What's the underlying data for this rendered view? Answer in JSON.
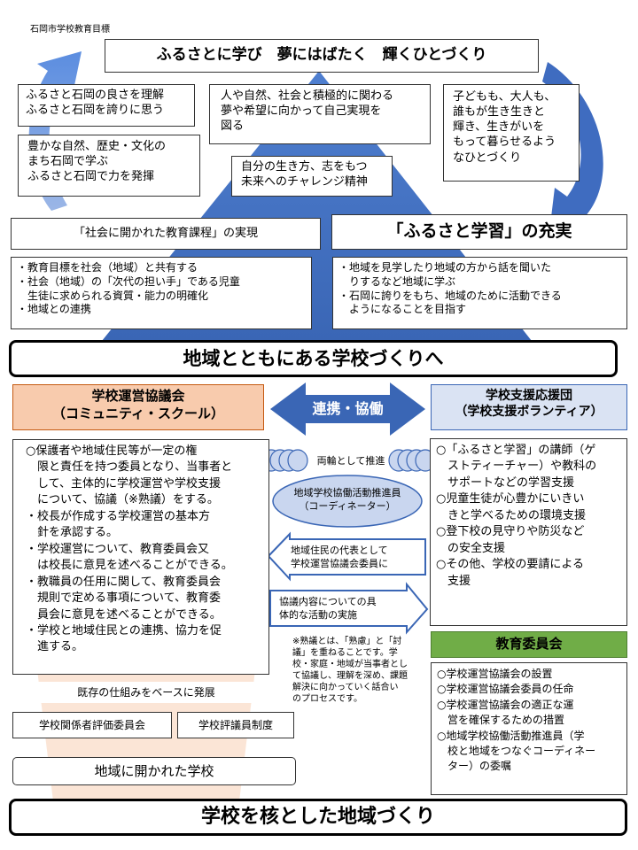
{
  "source_label": "石岡市学校教育目標",
  "goal_title": "ふるさとに学び　夢にはばたく　輝くひとづくり",
  "goal_left_1": "ふるさと石岡の良さを理解\nふるさと石岡を誇りに思う",
  "goal_left_2": "豊かな自然、歴史・文化の\nまち石岡で学ぶ\nふるさと石岡で力を発揮",
  "goal_center_1": "人や自然、社会と積極的に関わる\n夢や希望に向かって自己実現を\n図る",
  "goal_center_2": "自分の生き方、志をもつ\n未来へのチャレンジ精神",
  "goal_right": "子どもも、大人も、\n誰もが生き生きと\n輝き、生きがいを\nもって暮らせるよう\nなひとづくり",
  "pillar_left_title": "「社会に開かれた教育課程」の実現",
  "pillar_left_body": "・教育目標を社会（地域）と共有する\n・社会（地域）の「次代の担い手」である児童\n　生徒に求められる資質・能力の明確化\n・地域との連携",
  "pillar_right_title": "「ふるさと学習」の充実",
  "pillar_right_body": "・地域を見学したり地域の方から話を聞いた\n　りするなど地域に学ぶ\n・石岡に誇りをもち、地域のために活動できる\n　ようになることを目指す",
  "banner_middle": "地域とともにある学校づくりへ",
  "council_title": "学校運営協議会\n（コミュニティ・スクール）",
  "collab_label": "連携・協働",
  "support_title": "学校支援応援団\n（学校支援ボランティア）",
  "council_body": "○保護者や地域住民等が一定の権\n　限と責任を持つ委員となり、当事者と\n　して、主体的に学校運営や学校支援\n　について、協議（※熟議）をする。\n・校長が作成する学校運営の基本方\n　針を承認する。\n・学校運営について、教育委員会又\n　は校長に意見を述べることができる。\n・教職員の任用に関して、教育委員会\n　規則で定める事項について、教育委\n　員会に意見を述べることができる。\n・学校と地域住民との連携、協力を促\n　進する。",
  "wheels_label": "両輪として推進",
  "coordinator_label": "地域学校協働活動推進員\n（コーディネーター）",
  "left_arrow_text": "地域住民の代表として\n学校運営協議会委員に",
  "right_arrow_text": "協議内容についての具\n体的な活動の実施",
  "support_body": "○「ふるさと学習」の講師（ゲ\n　ストティーチャー）や教科の\n　サポートなどの学習支援\n○児童生徒が心豊かにいきい\n　きと学べるための環境支援\n○登下校の見守りや防災など\n　の安全支援\n○その他、学校の要請による\n　支援",
  "jukugi_note": "※熟議とは、「熟慮」と「討\n議」を重ねることです。学\n校・家庭・地域が当事者とし\nて協議し、理解を深め、課題\n解決に向かっていく話合い\nのプロセスです。",
  "board_title": "教育委員会",
  "board_body": "○学校運営協議会の設置\n○学校運営協議会委員の任命\n○学校運営協議会の適正な運\n　営を確保するための措置\n○地域学校協働活動推進員（学\n　校と地域をつなぐコーディネー\n　ター）の委嘱",
  "existing_base": "既存の仕組みをベースに発展",
  "eval_committee": "学校関係者評価委員会",
  "councilor_system": "学校評議員制度",
  "open_school": "地域に開かれた学校",
  "banner_bottom": "学校を核とした地域づくり",
  "colors": {
    "blue_triangle": "#4472c4",
    "blue_arrow": "#3a66b5",
    "arrow_light": "#9db3e3",
    "council_orange": "#f8cbad",
    "support_blue": "#dae3f3",
    "board_green": "#70ad47",
    "funnel_peach": "#fbe5d6",
    "coordinator_fill": "#c9d6ef"
  }
}
